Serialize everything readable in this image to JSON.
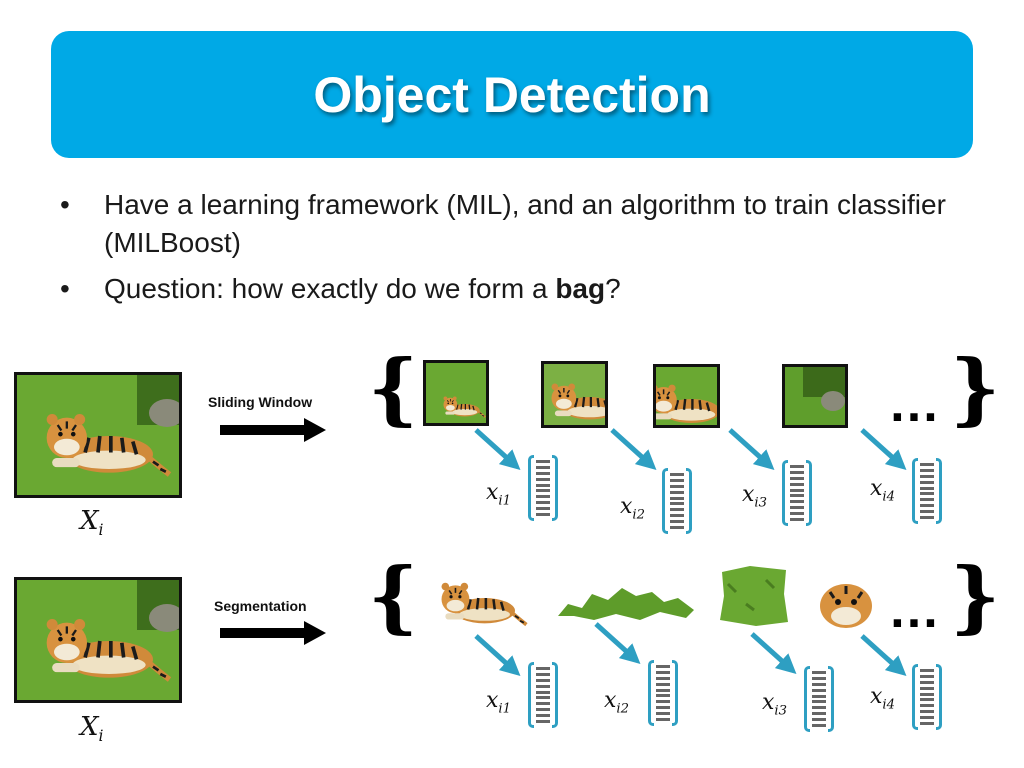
{
  "slide": {
    "title": "Object Detection",
    "bullets": [
      {
        "marker": "•",
        "text": "Have a learning framework (MIL), and an algorithm to train classifier (MILBoost)"
      },
      {
        "marker": "•",
        "prefix": "Question: how exactly do we form a ",
        "bold": "bag",
        "suffix": "?"
      }
    ]
  },
  "rows": [
    {
      "image_label_main": "X",
      "image_label_sub": "i",
      "operation": "Sliding Window",
      "brace_open": "{",
      "brace_close": "}",
      "ellipsis": "…",
      "instances": [
        {
          "main": "x",
          "sub": "i1"
        },
        {
          "main": "x",
          "sub": "i2"
        },
        {
          "main": "x",
          "sub": "i3"
        },
        {
          "main": "x",
          "sub": "i4"
        }
      ]
    },
    {
      "image_label_main": "X",
      "image_label_sub": "i",
      "operation": "Segmentation",
      "brace_open": "{",
      "brace_close": "}",
      "ellipsis": "…",
      "instances": [
        {
          "main": "x",
          "sub": "i1"
        },
        {
          "main": "x",
          "sub": "i2"
        },
        {
          "main": "x",
          "sub": "i3"
        },
        {
          "main": "x",
          "sub": "i4"
        }
      ]
    }
  ],
  "colors": {
    "title_bar": "#00a9e6",
    "arrow_blue": "#2e9fc2",
    "grass": "#6aa832",
    "tiger": "#d08a3a"
  }
}
